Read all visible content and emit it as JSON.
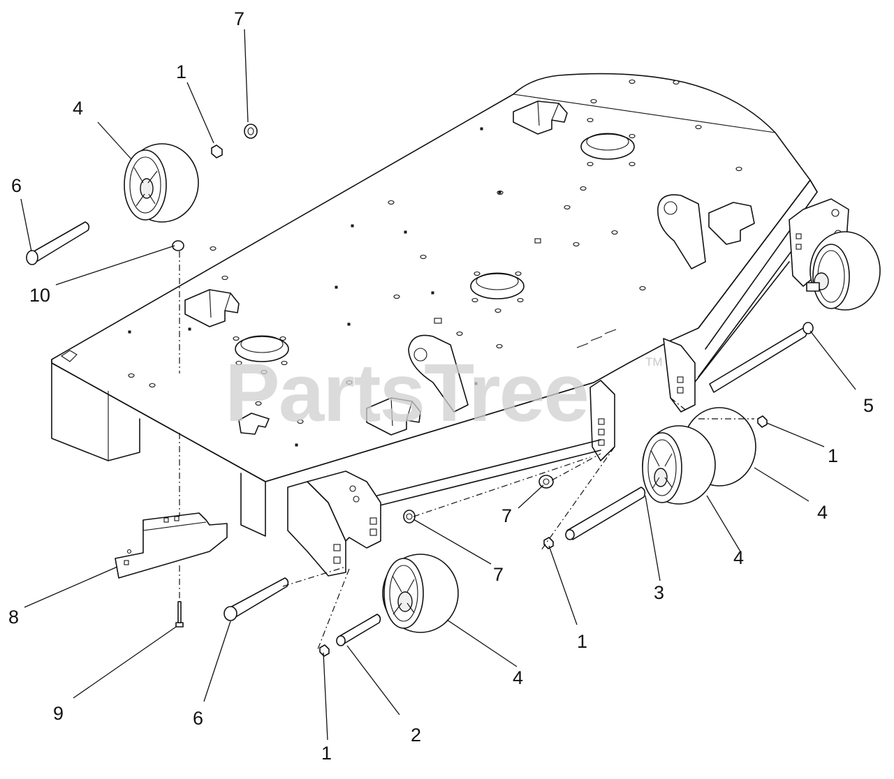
{
  "watermark": {
    "text": "PartsTree",
    "trademark": "TM"
  },
  "callouts": [
    {
      "id": "c1a",
      "label": "1"
    },
    {
      "id": "c1b",
      "label": "1"
    },
    {
      "id": "c1c",
      "label": "1"
    },
    {
      "id": "c1d",
      "label": "1"
    },
    {
      "id": "c2",
      "label": "2"
    },
    {
      "id": "c3",
      "label": "3"
    },
    {
      "id": "c4a",
      "label": "4"
    },
    {
      "id": "c4b",
      "label": "4"
    },
    {
      "id": "c4c",
      "label": "4"
    },
    {
      "id": "c4d",
      "label": "4"
    },
    {
      "id": "c5",
      "label": "5"
    },
    {
      "id": "c6a",
      "label": "6"
    },
    {
      "id": "c6b",
      "label": "6"
    },
    {
      "id": "c7a",
      "label": "7"
    },
    {
      "id": "c7b",
      "label": "7"
    },
    {
      "id": "c7c",
      "label": "7"
    },
    {
      "id": "c8",
      "label": "8"
    },
    {
      "id": "c9",
      "label": "9"
    },
    {
      "id": "c10",
      "label": "10"
    }
  ]
}
